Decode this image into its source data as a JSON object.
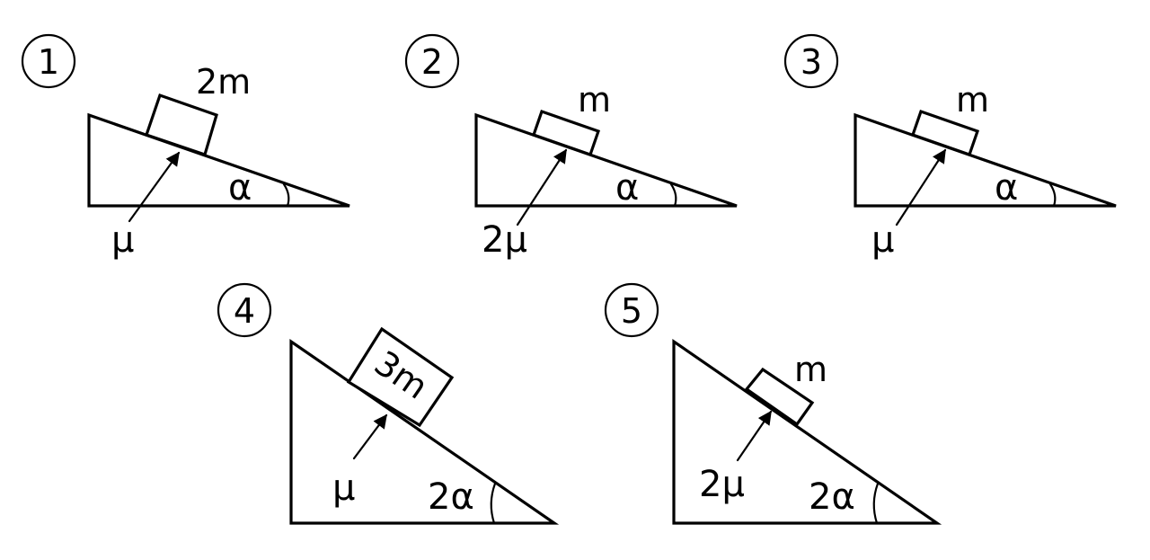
{
  "diagrams": [
    {
      "number": "1",
      "mass": "2m",
      "friction": "μ",
      "angle": "α"
    },
    {
      "number": "2",
      "mass": "m",
      "friction": "2μ",
      "angle": "α"
    },
    {
      "number": "3",
      "mass": "m",
      "friction": "μ",
      "angle": "α"
    },
    {
      "number": "4",
      "mass": "3m",
      "friction": "μ",
      "angle": "2α"
    },
    {
      "number": "5",
      "mass": "m",
      "friction": "2μ",
      "angle": "2α"
    }
  ],
  "colors": {
    "line": "#000000",
    "background": "#ffffff"
  }
}
